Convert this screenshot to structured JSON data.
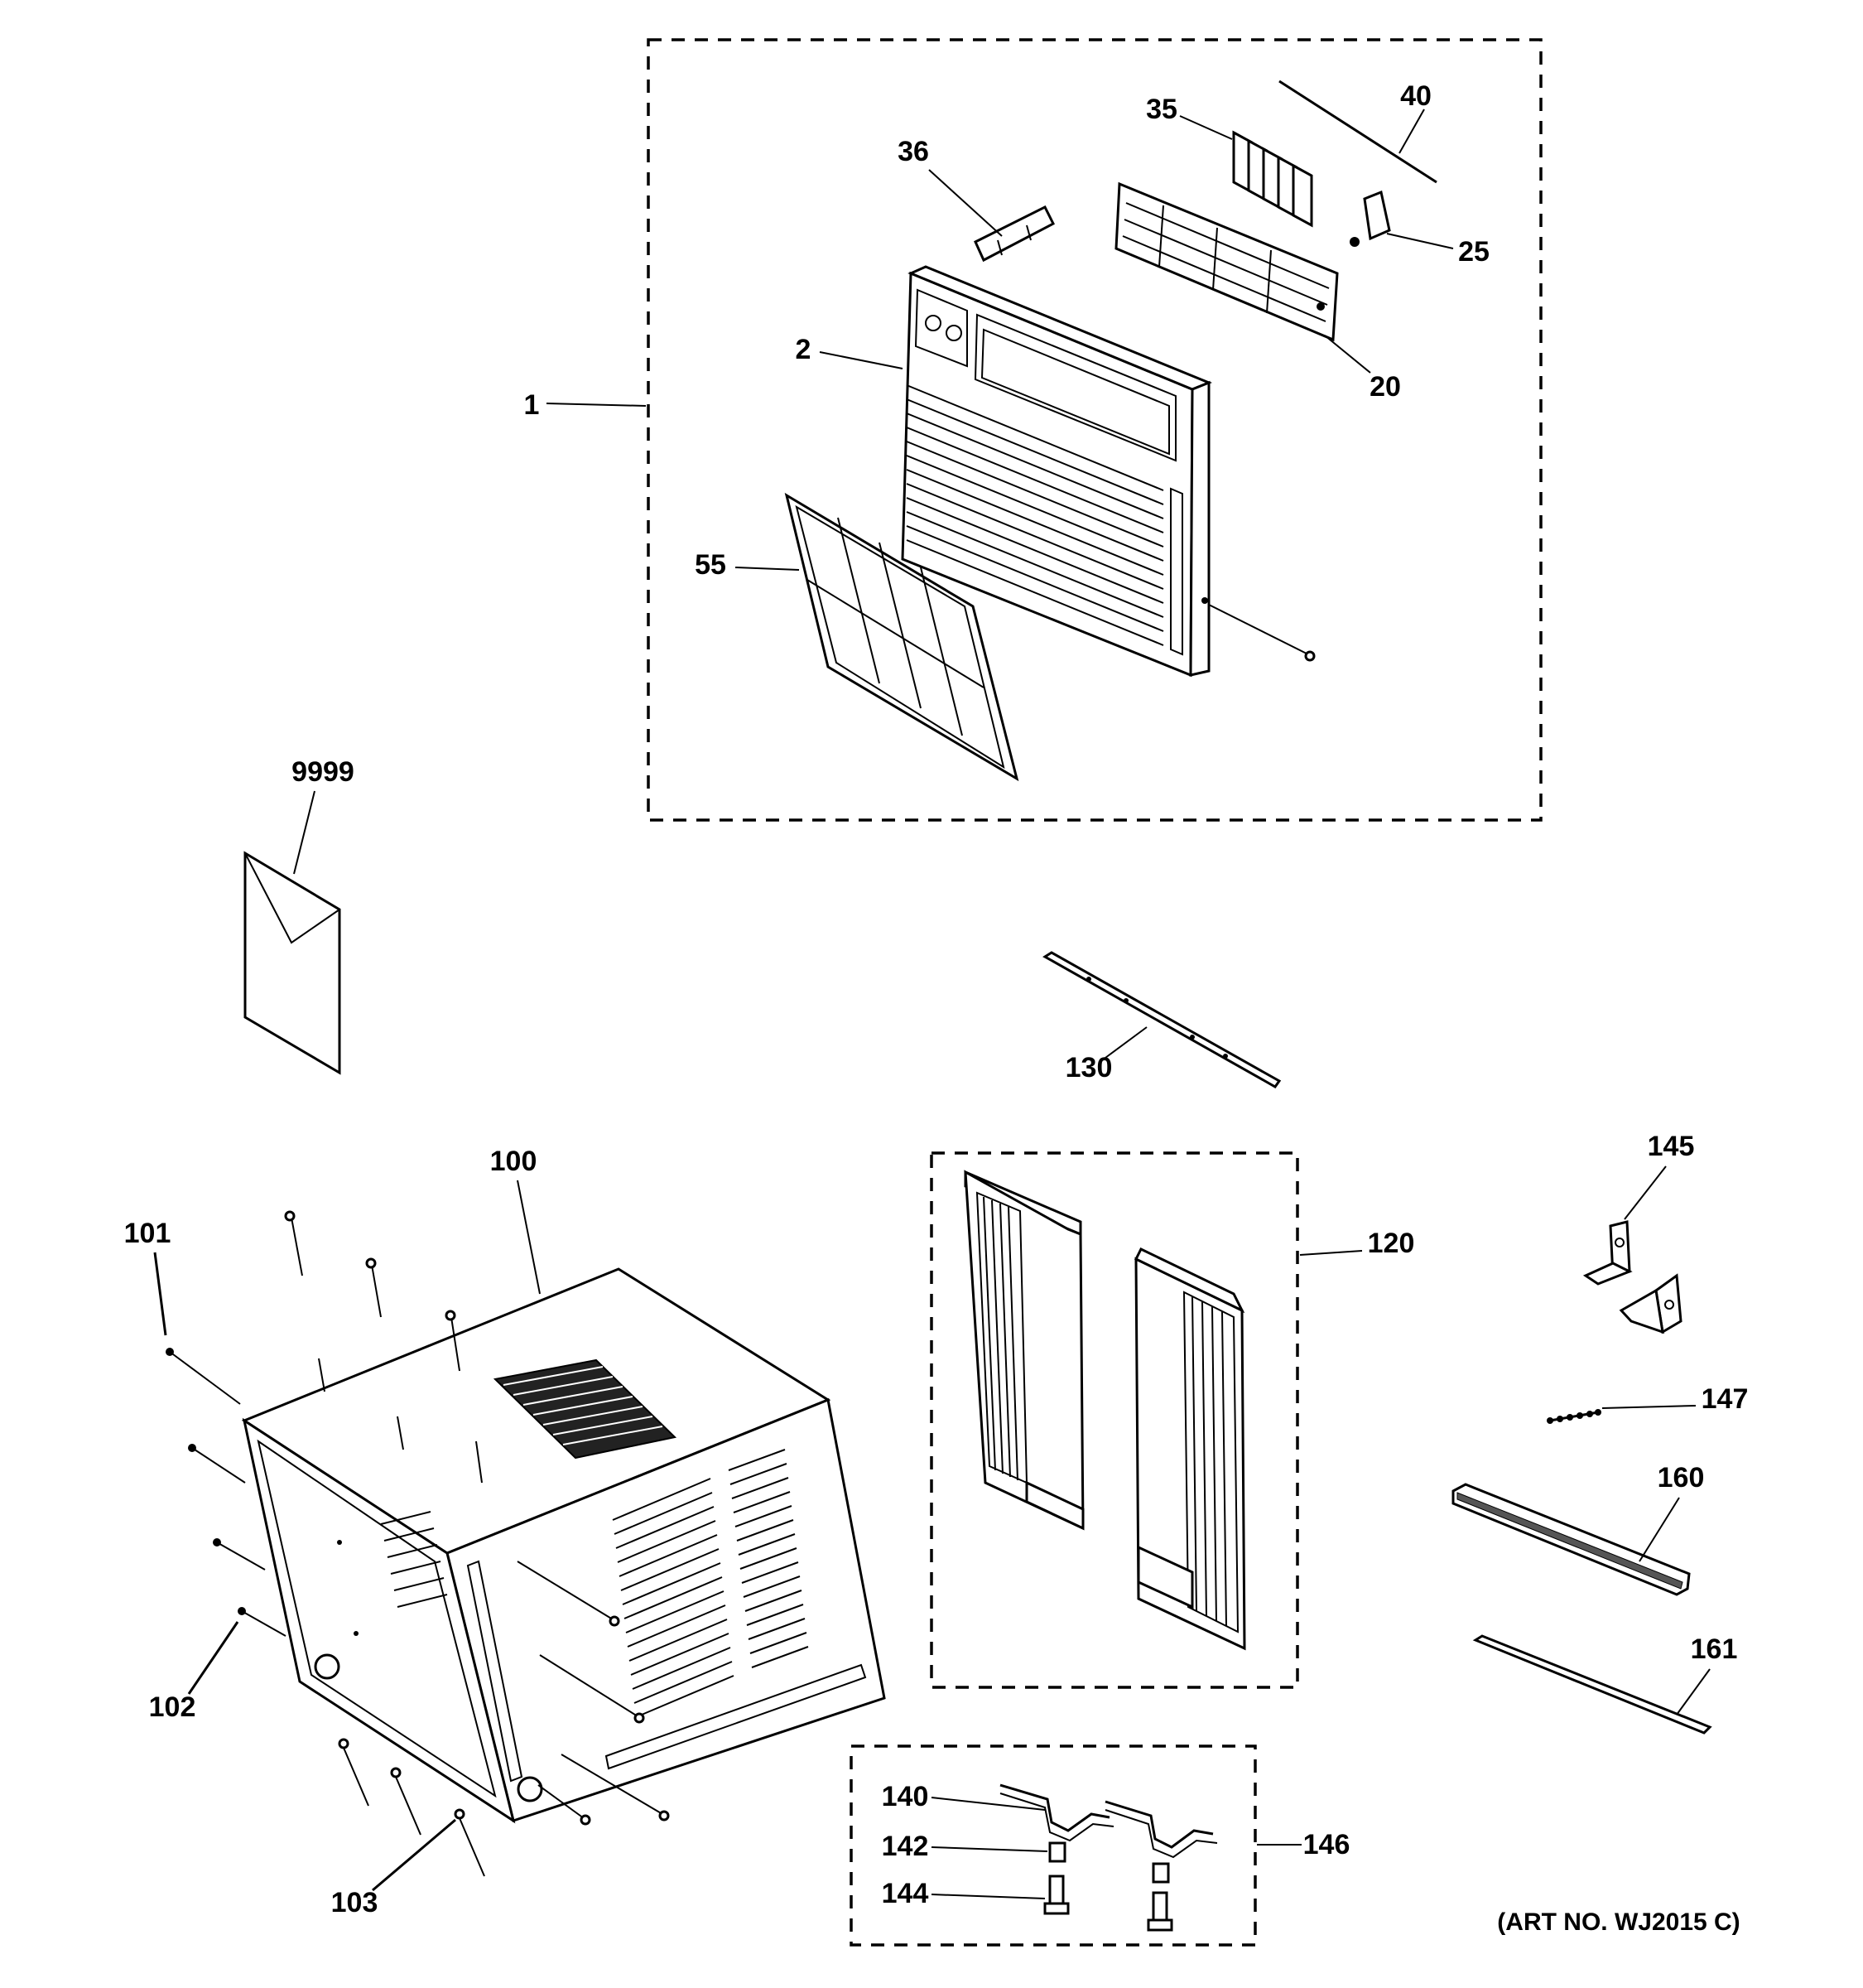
{
  "diagram": {
    "labels": {
      "l1": "1",
      "l2": "2",
      "l20": "20",
      "l25": "25",
      "l35": "35",
      "l36": "36",
      "l40": "40",
      "l55": "55",
      "l9999": "9999",
      "l100": "100",
      "l101": "101",
      "l102": "102",
      "l103": "103",
      "l120": "120",
      "l130": "130",
      "l140": "140",
      "l142": "142",
      "l144": "144",
      "l145": "145",
      "l146": "146",
      "l147": "147",
      "l160": "160",
      "l161": "161"
    },
    "art_number": "(ART NO. WJ2015 C)"
  }
}
